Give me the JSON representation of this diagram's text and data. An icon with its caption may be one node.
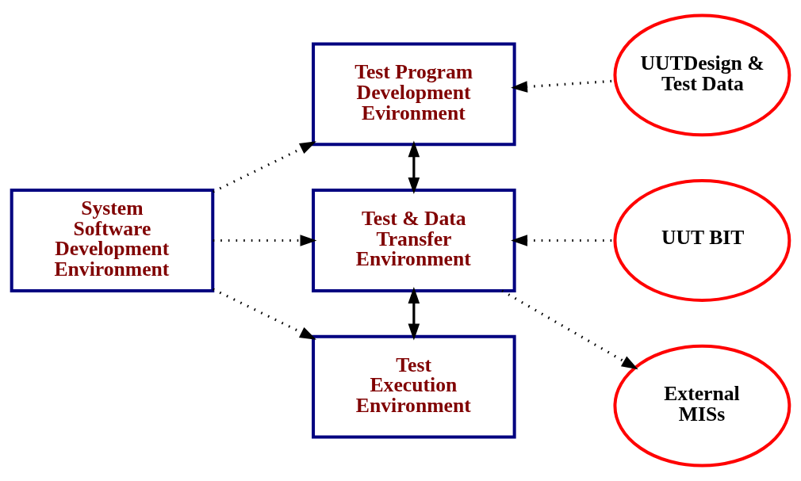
{
  "diagram": {
    "nodes": [
      {
        "text": [
          "System Software Development Environment"
        ]
      },
      {
        "text": [
          "Test Program Development Evironment"
        ]
      },
      {
        "text": [
          "Test & Data Transfer Environment"
        ]
      },
      {
        "text": [
          "Test Execution Environment"
        ]
      },
      {
        "text": [
          "UUTDesign & Test Data"
        ]
      },
      {
        "text": [
          "UUT BIT"
        ]
      },
      {
        "text": [
          "External MISs"
        ]
      }
    ],
    "edges": [
      {
        "from": 0,
        "to": 1,
        "arrow": "to",
        "style": "dashed"
      },
      {
        "from": 0,
        "to": 2,
        "arrow": "to",
        "style": "dashed"
      },
      {
        "from": 0,
        "to": 3,
        "arrow": "to",
        "style": "dashed"
      },
      {
        "from": 4,
        "to": 1,
        "arrow": "to",
        "style": "dashed"
      },
      {
        "from": 5,
        "to": 2,
        "arrow": "to",
        "style": "dashed"
      },
      {
        "from": 2,
        "to": 6,
        "arrow": "to",
        "style": "dashed"
      },
      {
        "from": 1,
        "to": 2,
        "arrow": "both"
      },
      {
        "from": 2,
        "to": 3,
        "arrow": "both"
      }
    ]
  }
}
